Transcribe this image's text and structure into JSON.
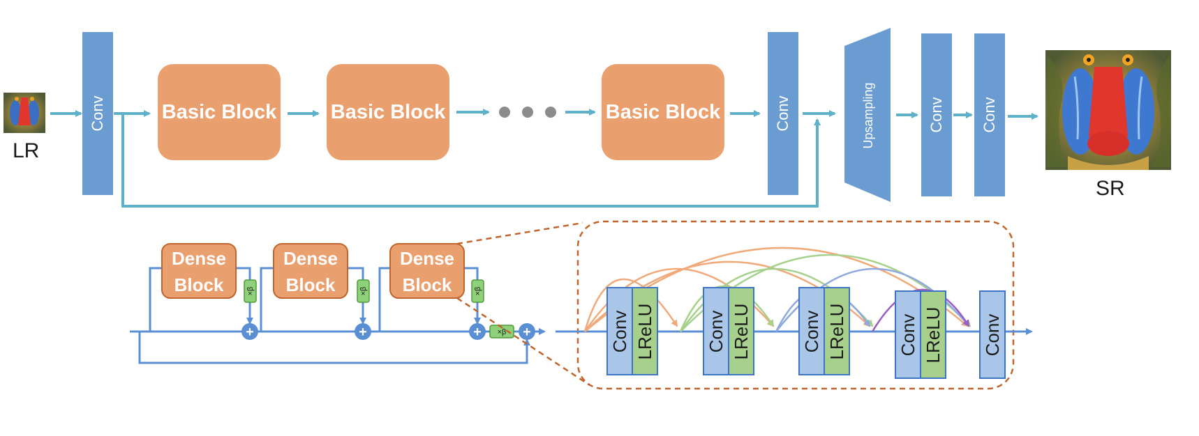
{
  "top_row": {
    "input_label": "LR",
    "output_label": "SR",
    "conv_label": "Conv",
    "basic_block_label": "Basic Block",
    "upsampling_label": "Upsampling"
  },
  "bottom_row": {
    "dense_block_line1": "Dense",
    "dense_block_line2": "Block",
    "beta_label": "×β",
    "plus_symbol": "+",
    "conv_label": "Conv",
    "lrelu_label": "LReLU"
  },
  "colors": {
    "conv_blue": "#6a9bd1",
    "block_orange": "#e9a06e",
    "arrow_teal": "#5fb0c9",
    "lrelu_green": "#a8d08d",
    "conv_light": "#a9c6e8",
    "dashed_brown": "#c0642d"
  }
}
